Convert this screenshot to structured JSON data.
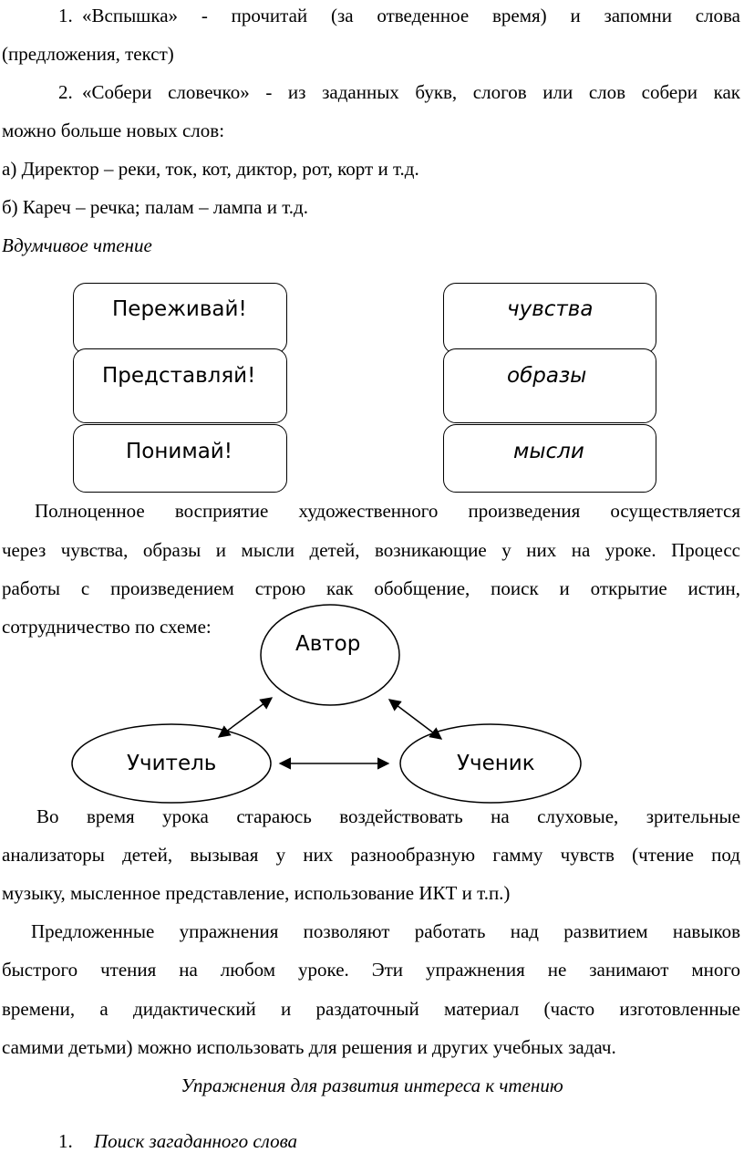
{
  "list_top": [
    {
      "num": "1.",
      "line1": "«Вспышка» - прочитай (за отведенное время) и запомни слова",
      "line2": "(предложения, текст)"
    },
    {
      "num": "2.",
      "line1": "«Собери словечко» - из заданных букв, слогов или слов собери как",
      "line2": "можно больше новых слов:"
    }
  ],
  "examples": [
    "а) Директор – реки, ток, кот, диктор, рот, корт и т.д.",
    "б) Кареч – речка; палам – лампа и т.д."
  ],
  "section_title": "Вдумчивое чтение",
  "left_boxes": [
    "Переживай!",
    "Представляй!",
    "Понимай!"
  ],
  "right_boxes": [
    "чувства",
    "образы",
    "мысли"
  ],
  "paragraph1": [
    "Полноценное восприятие художественного произведения осуществляется",
    "через чувства, образы и мысли детей, возникающие у них на уроке. Процесс",
    "работы с произведением строю как обобщение, поиск и открытие истин,",
    "сотрудничество по схеме:"
  ],
  "scheme": {
    "author": "Автор",
    "teacher": "Учитель",
    "student": "Ученик"
  },
  "paragraph2": [
    "Во время урока стараюсь воздействовать на слуховые, зрительные",
    "анализаторы детей, вызывая у них разнообразную гамму чувств (чтение под",
    "музыку, мысленное представление, использование ИКТ и т.п.)"
  ],
  "paragraph3": [
    "Предложенные упражнения позволяют работать над развитием навыков",
    "быстрого чтения на любом уроке. Эти упражнения не занимают много",
    "времени, а дидактический и раздаточный материал (часто изготовленные",
    "самими детьми) можно использовать для решения и других учебных задач."
  ],
  "subsection_title": "Упражнения для развития интереса к чтению",
  "list_bottom": [
    {
      "num": "1.",
      "text": "Поиск загаданного слова"
    }
  ]
}
